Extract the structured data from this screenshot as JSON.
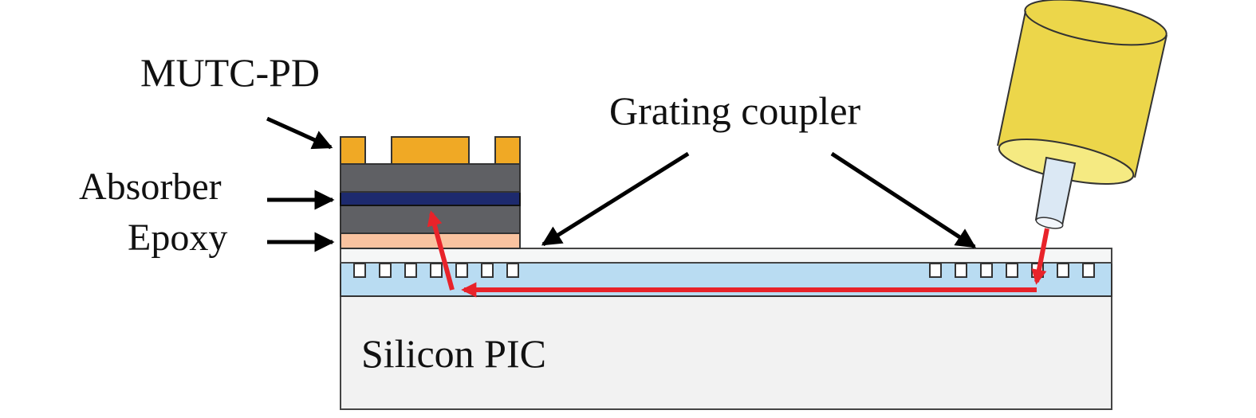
{
  "labels": {
    "mutc_pd": "MUTC-PD",
    "absorber": "Absorber",
    "epoxy": "Epoxy",
    "grating_coupler": "Grating coupler",
    "silicon_pic": "Silicon PIC"
  },
  "colors": {
    "contact": "#f0a925",
    "pd_body": "#5f6064",
    "absorber": "#1d2a6e",
    "epoxy": "#f9c3a0",
    "cladding": "#f5f6f6",
    "waveguide": "#b9dcf2",
    "substrate": "#f2f2f2",
    "light_path": "#e8232a",
    "fiber_yellow": "#ecd64a",
    "fiber_top": "#f5ea82",
    "fiber_core": "#dbe8f4",
    "arrow": "#000000"
  },
  "icons": {
    "fiber": "fiber-collimator-icon"
  }
}
